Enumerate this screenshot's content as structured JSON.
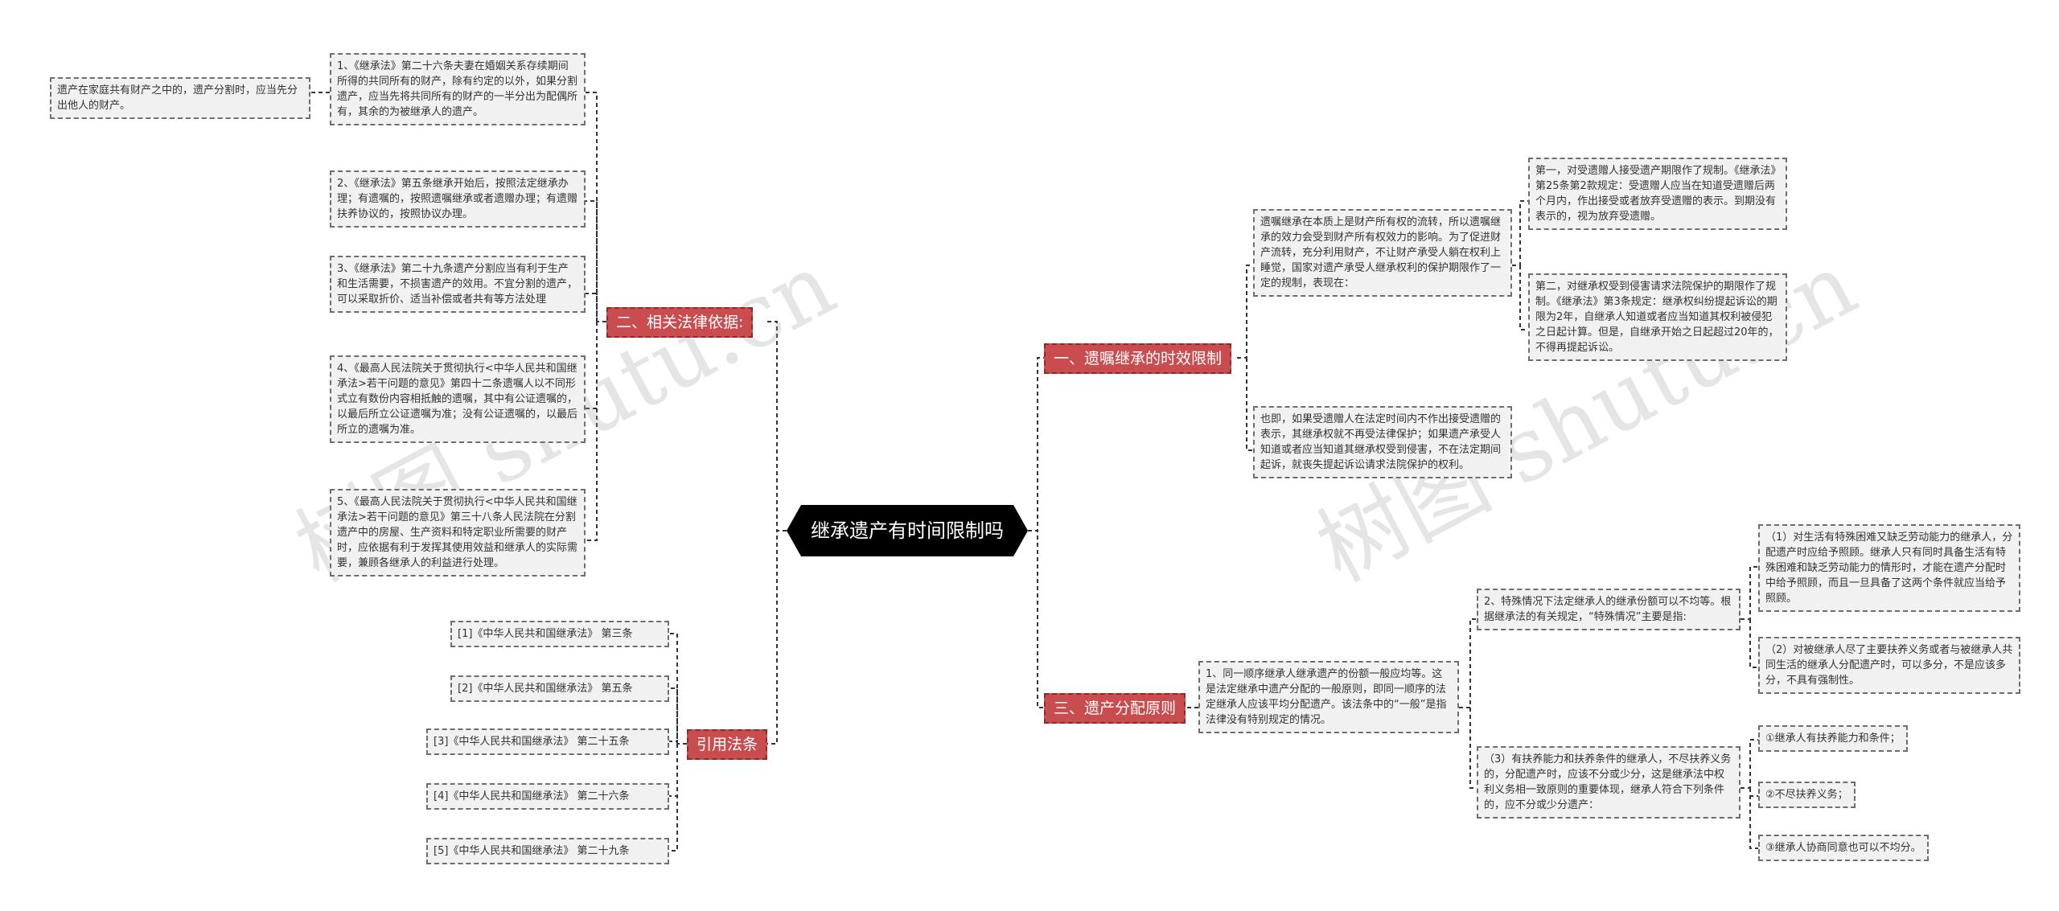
{
  "root": "继承遗产有时间限制吗",
  "watermarks": [
    "树图 shutu.cn",
    "树图 shutu.cn"
  ],
  "left": {
    "law_basis": {
      "label": "二、相关法律依据:",
      "items": [
        "1、《继承法》第二十六条夫妻在婚姻关系存续期间所得的共同所有的财产，除有约定的以外，如果分割遗产，应当先将共同所有的财产的一半分出为配偶所有，其余的为被继承人的遗产。",
        "2、《继承法》第五条继承开始后，按照法定继承办理；有遗嘱的，按照遗嘱继承或者遗赠办理；有遗赠扶养协议的，按照协议办理。",
        "3、《继承法》第二十九条遗产分割应当有利于生产和生活需要，不损害遗产的效用。不宜分割的遗产，可以采取折价、适当补偿或者共有等方法处理",
        "4、《最高人民法院关于贯彻执行<中华人民共和国继承法>若干问题的意见》第四十二条遗嘱人以不同形式立有数份内容相抵触的遗嘱，其中有公证遗嘱的，以最后所立公证遗嘱为准；没有公证遗嘱的，以最后所立的遗嘱为准。",
        "5、《最高人民法院关于贯彻执行<中华人民共和国继承法>若干问题的意见》第三十八条人民法院在分割遗产中的房屋、生产资料和特定职业所需要的财产时，应依据有利于发挥其使用效益和继承人的实际需要，兼顾各继承人的利益进行处理。"
      ],
      "sub_note": "遗产在家庭共有财产之中的，遗产分割时，应当先分出他人的财产。"
    },
    "citations": {
      "label": "引用法条",
      "items": [
        "[1]《中华人民共和国继承法》 第三条",
        "[2]《中华人民共和国继承法》 第五条",
        "[3]《中华人民共和国继承法》 第二十五条",
        "[4]《中华人民共和国继承法》 第二十六条",
        "[5]《中华人民共和国继承法》 第二十九条"
      ]
    }
  },
  "right": {
    "time_limit": {
      "label": "一、遗嘱继承的时效限制",
      "items": [
        "遗嘱继承在本质上是财产所有权的流转，所以遗嘱继承的效力会受到财产所有权效力的影响。为了促进财产流转，充分利用财产，不让财产承受人躺在权利上睡觉，国家对遗产承受人继承权利的保护期限作了一定的规制，表现在：",
        "也即，如果受遗赠人在法定时间内不作出接受遗赠的表示，其继承权就不再受法律保护；如果遗产承受人知道或者应当知道其继承权受到侵害，不在法定期间起诉，就丧失提起诉讼请求法院保护的权利。"
      ],
      "sub_items": [
        "第一，对受遗赠人接受遗产期限作了规制。《继承法》第25条第2款规定：受遗赠人应当在知道受遗赠后两个月内，作出接受或者放弃受遗赠的表示。到期没有表示的，视为放弃受遗赠。",
        "第二，对继承权受到侵害请求法院保护的期限作了规制。《继承法》第3条规定：继承权纠纷提起诉讼的期限为2年，自继承人知道或者应当知道其权利被侵犯之日起计算。但是，自继承开始之日起超过20年的，不得再提起诉讼。"
      ]
    },
    "distribution": {
      "label": "三、遗产分配原则",
      "item": "1、同一顺序继承人继承遗产的份额一般应均等。这是法定继承中遗产分配的一般原则，即同一顺序的法定继承人应该平均分配遗产。该法条中的“一般”是指法律没有特别规定的情况。",
      "special": "2、特殊情况下法定继承人的继承份额可以不均等。根据继承法的有关规定，“特殊情况”主要是指:",
      "special_sub": [
        "（1）对生活有特殊困难又缺乏劳动能力的继承人，分配遗产时应给予照顾。继承人只有同时具备生活有特殊困难和缺乏劳动能力的情形时，才能在遗产分配时中给予照顾，而且一旦具备了这两个条件就应当给予照顾。",
        "（2）对被继承人尽了主要扶养义务或者与被继承人共同生活的继承人分配遗产时，可以多分，不是应该多分，不具有强制性。"
      ],
      "support": "（3）有扶养能力和扶养条件的继承人，不尽扶养义务的，分配遗产时，应该不分或少分，这是继承法中权利义务相一致原则的重要体现，继承人符合下列条件的，应不分或少分遗产：",
      "support_sub": [
        "①继承人有扶养能力和条件；",
        "②不尽扶养义务；",
        "③继承人协商同意也可以不均分。"
      ]
    }
  }
}
